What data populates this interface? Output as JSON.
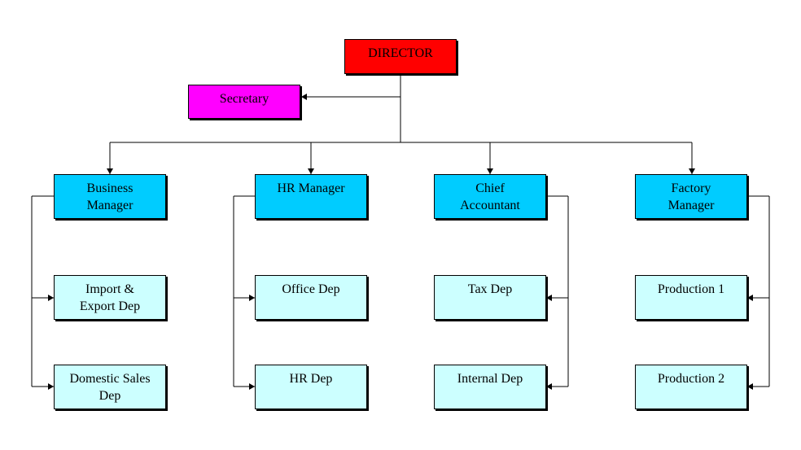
{
  "colors": {
    "director": "#ff0000",
    "secretary": "#ff00ff",
    "manager": "#00ccff",
    "department": "#ccffff",
    "connector": "#000000"
  },
  "director": {
    "label": "DIRECTOR"
  },
  "secretary": {
    "label": "Secretary"
  },
  "managers": [
    {
      "label": "Business\nManager"
    },
    {
      "label": "HR Manager"
    },
    {
      "label": "Chief\nAccountant"
    },
    {
      "label": "Factory\nManager"
    }
  ],
  "departments": [
    [
      {
        "label": "Import &\nExport Dep"
      },
      {
        "label": "Domestic Sales\nDep"
      }
    ],
    [
      {
        "label": "Office Dep"
      },
      {
        "label": "HR Dep"
      }
    ],
    [
      {
        "label": "Tax Dep"
      },
      {
        "label": "Internal Dep"
      }
    ],
    [
      {
        "label": "Production 1"
      },
      {
        "label": "Production 2"
      }
    ]
  ]
}
